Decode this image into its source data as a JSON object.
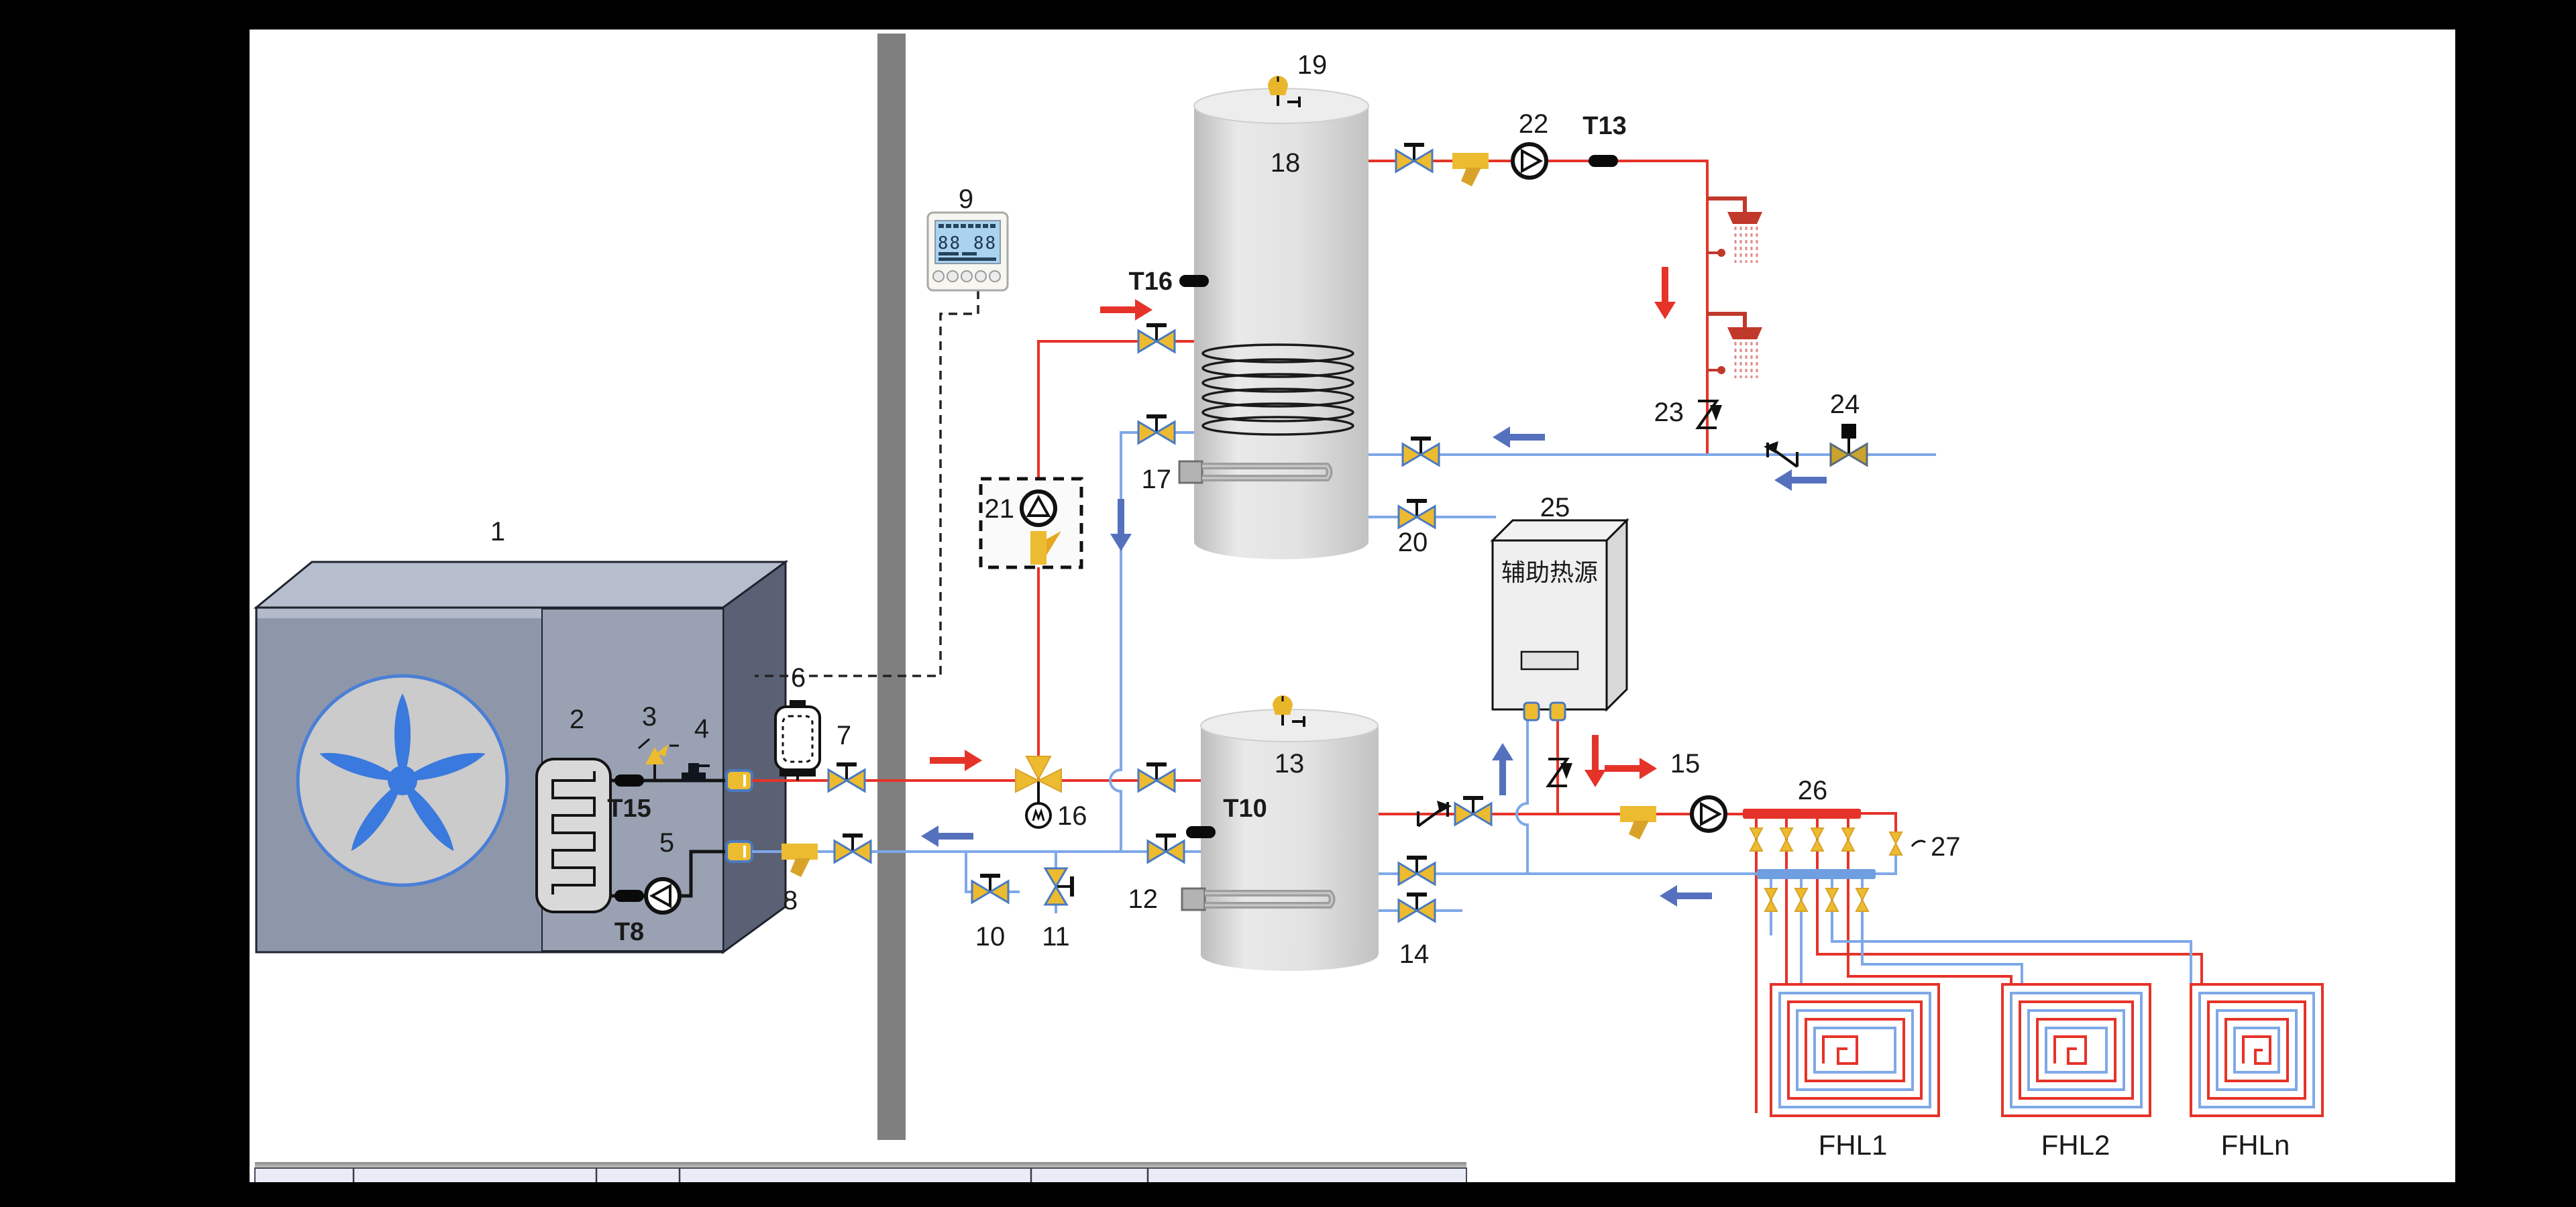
{
  "diagram": {
    "part_labels": {
      "n1": "1",
      "n2": "2",
      "n3": "3",
      "n4": "4",
      "n5": "5",
      "n6": "6",
      "n7": "7",
      "n8": "8",
      "n9": "9",
      "n10": "10",
      "n11": "11",
      "n12": "12",
      "n13": "13",
      "n14": "14",
      "n15": "15",
      "n16": "16",
      "n17": "17",
      "n18": "18",
      "n19": "19",
      "n20": "20",
      "n21": "21",
      "n22": "22",
      "n23": "23",
      "n24": "24",
      "n25": "25",
      "n26": "26",
      "n27": "27"
    },
    "sensor_labels": {
      "t8": "T8",
      "t10": "T10",
      "t13": "T13",
      "t15": "T15",
      "t16": "T16"
    },
    "text": {
      "aux_heat_source": "辅助热源"
    },
    "floor_loops": {
      "fhl1": "FHL1",
      "fhl2": "FHL2",
      "fhln": "FHLn"
    },
    "controller": {
      "display": "88 88"
    },
    "legend_table": {
      "visible_rows": 1,
      "columns": [
        "",
        "",
        "",
        "",
        "",
        ""
      ]
    },
    "colors": {
      "pipe_hot": "#e63329",
      "pipe_cold": "#7fa8e8",
      "arrow_blue": "#5571bd",
      "valve_yellow": "#edbb2f",
      "valve_yellow_dark": "#d9a32a",
      "wall_gray": "#7f7f7f",
      "tank_gray": "#dcdcdc",
      "hp_body": "#8e97aa",
      "background": "#000000",
      "canvas": "#ffffff"
    }
  }
}
